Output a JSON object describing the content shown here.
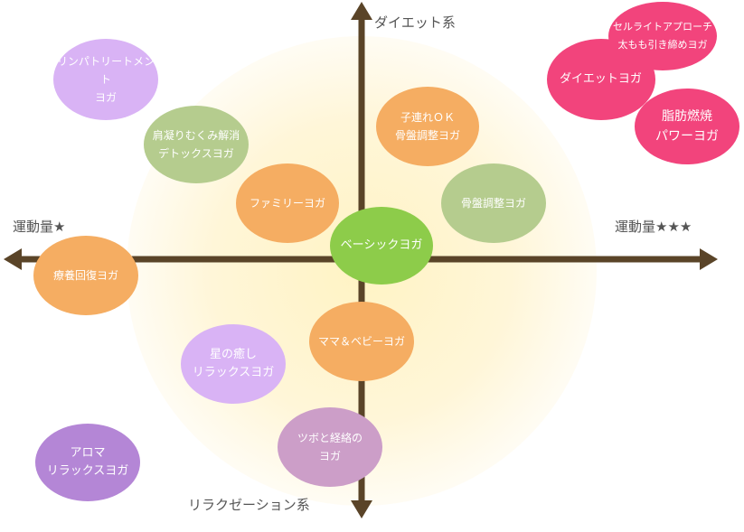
{
  "axes": {
    "top": "ダイエット系",
    "bottom": "リラクゼーション系",
    "left": "運動量★",
    "right": "運動量★★★"
  },
  "colors": {
    "axis": "#5a4428",
    "orange": "#f5ad62",
    "green": "#b5cc8e",
    "basic": "#8dcc4a",
    "lavender": "#d9b3f5",
    "purple": "#b486d6",
    "mauve": "#cc9ec8",
    "pink": "#f2447c"
  },
  "bubbles": [
    {
      "l1": "リンパトリートメント",
      "l2": "ヨガ"
    },
    {
      "l1": "肩凝りむくみ解消",
      "l2": "デトックスヨガ"
    },
    {
      "l1": "ファミリーヨガ",
      "l2": ""
    },
    {
      "l1": "子連れＯＫ",
      "l2": "骨盤調整ヨガ"
    },
    {
      "l1": "骨盤調整ヨガ",
      "l2": ""
    },
    {
      "l1": "ベーシックヨガ",
      "l2": ""
    },
    {
      "l1": "療養回復ヨガ",
      "l2": ""
    },
    {
      "l1": "ママ＆ベビーヨガ",
      "l2": ""
    },
    {
      "l1": "星の癒し",
      "l2": "リラックスヨガ"
    },
    {
      "l1": "ツボと経絡の",
      "l2": "ヨガ"
    },
    {
      "l1": "アロマ",
      "l2": "リラックスヨガ"
    },
    {
      "l1": "セルライトアプローチ",
      "l2": "太もも引き締めヨガ"
    },
    {
      "l1": "ダイエットヨガ",
      "l2": ""
    },
    {
      "l1": "脂肪燃焼",
      "l2": "パワーヨガ"
    }
  ]
}
